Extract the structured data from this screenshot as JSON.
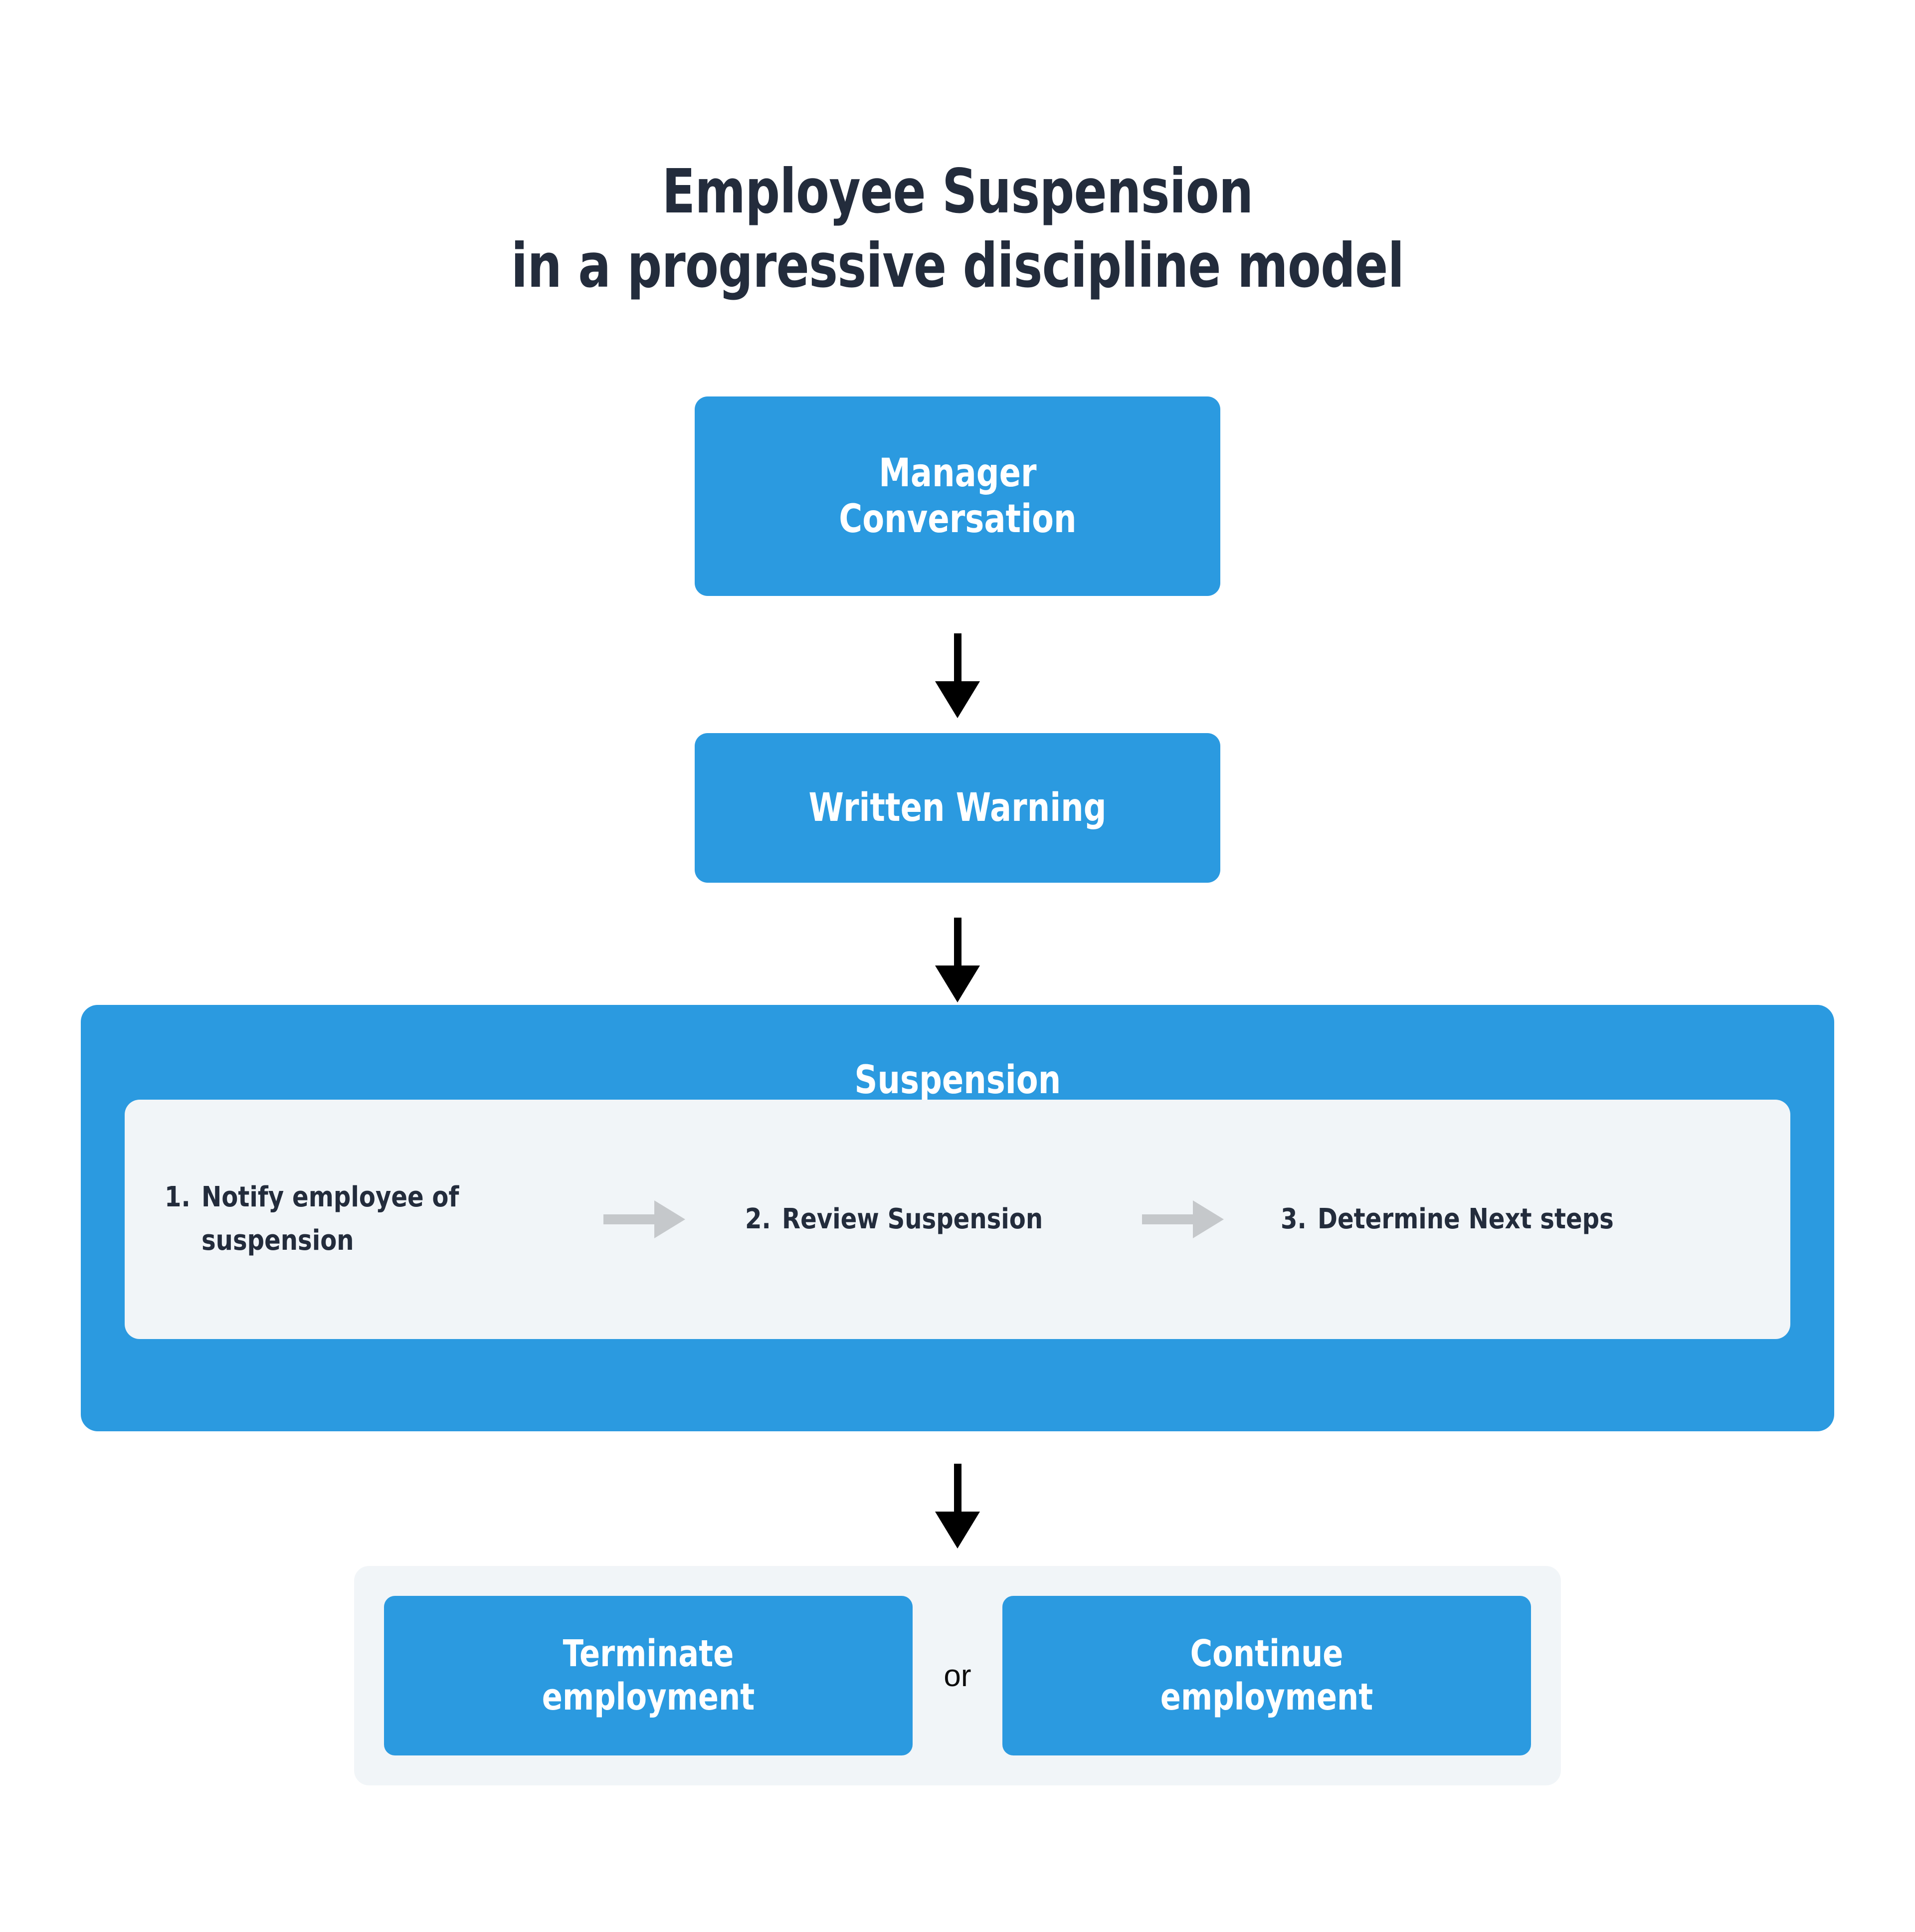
{
  "title": {
    "line1": "Employee Suspension",
    "line2": "in a progressive discipline model"
  },
  "colors": {
    "brand_blue": "#2b9ae0",
    "panel_light": "#f1f5f8",
    "text_dark": "#232c3c",
    "arrow_black": "#000000",
    "arrow_gray": "#c5c8cb",
    "text_white": "#ffffff"
  },
  "flow": {
    "steps": [
      {
        "label": "Manager\nConversation"
      },
      {
        "label": "Written Warning"
      }
    ],
    "arrow_down_1": "down-arrow",
    "arrow_down_2": "down-arrow",
    "arrow_down_3": "down-arrow"
  },
  "suspension": {
    "heading": "Suspension",
    "substeps": [
      {
        "number": "1.",
        "text": "Notify employee of\nsuspension"
      },
      {
        "number": "2.",
        "text": "Review Suspension"
      },
      {
        "number": "3.",
        "text": "Determine Next steps"
      }
    ],
    "connector_1": "right-arrow",
    "connector_2": "right-arrow"
  },
  "outcome": {
    "terminate": "Terminate\nemployment",
    "separator": "or",
    "continue": "Continue\nemployment"
  }
}
